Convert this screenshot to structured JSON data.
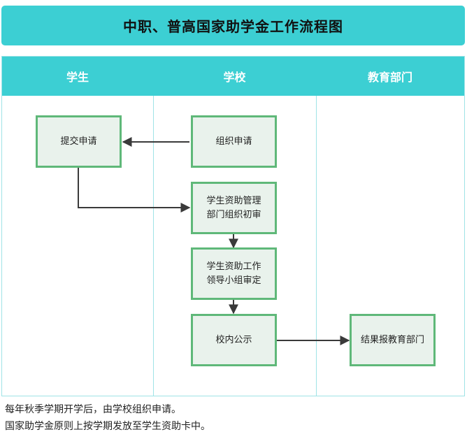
{
  "title": "中职、普高国家助学金工作流程图",
  "lanes": [
    {
      "label": "学生"
    },
    {
      "label": "学校"
    },
    {
      "label": "教育部门"
    }
  ],
  "steps": {
    "submit": "提交申请",
    "organize": "组织申请",
    "initial_review": "学生资助管理\n部门组织初审",
    "approve": "学生资助工作\n领导小组审定",
    "publicize": "校内公示",
    "report": "结果报教育部门"
  },
  "notes": [
    "每年秋季学期开学后，由学校组织申请。",
    "国家助学金原则上按学期发放至学生资助卡中。"
  ],
  "colors": {
    "accent": "#3ccfd3",
    "box_border": "#5fb879",
    "box_fill": "#e9f2ec",
    "arrow": "#3a3a3a"
  }
}
